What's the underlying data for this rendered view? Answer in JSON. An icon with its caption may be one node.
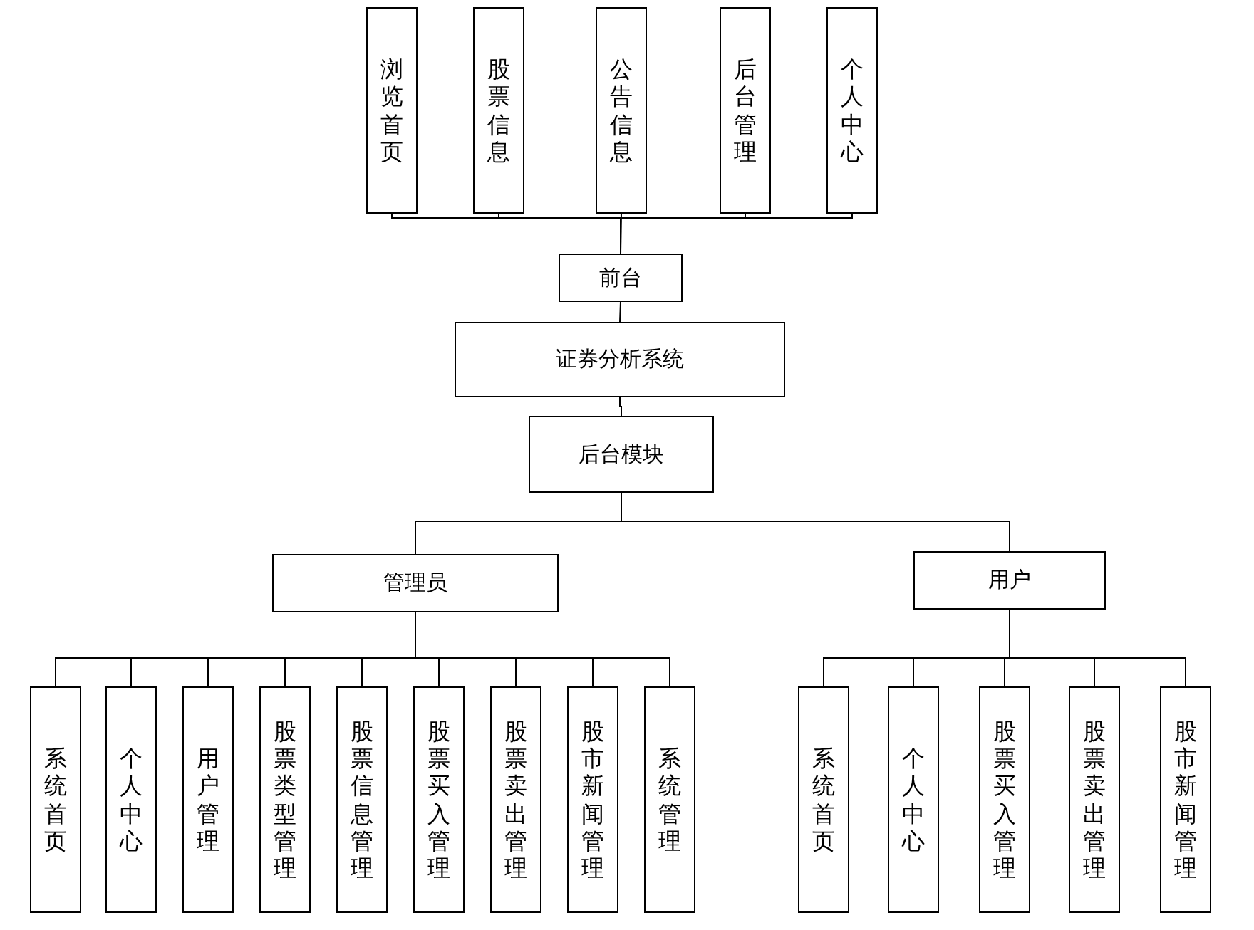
{
  "diagram": {
    "nodes": [
      {
        "text": [
          "浏览首页"
        ]
      },
      {
        "text": [
          "股票信息"
        ]
      },
      {
        "text": [
          "公告信息"
        ]
      },
      {
        "text": [
          "后台管理"
        ]
      },
      {
        "text": [
          "个人中心"
        ]
      },
      {
        "text": [
          "前台"
        ]
      },
      {
        "text": [
          "证券分析系统"
        ]
      },
      {
        "text": [
          "后台模块"
        ]
      },
      {
        "text": [
          "管理员"
        ]
      },
      {
        "text": [
          "用户"
        ]
      },
      {
        "text": [
          "系统首页"
        ]
      },
      {
        "text": [
          "个人中心"
        ]
      },
      {
        "text": [
          "用户管理"
        ]
      },
      {
        "text": [
          "股票类型管理"
        ]
      },
      {
        "text": [
          "股票信息管理"
        ]
      },
      {
        "text": [
          "股票买入管理"
        ]
      },
      {
        "text": [
          "股票卖出管理"
        ]
      },
      {
        "text": [
          "股市新闻管理"
        ]
      },
      {
        "text": [
          "系统管理"
        ]
      },
      {
        "text": [
          "系统首页"
        ]
      },
      {
        "text": [
          "个人中心"
        ]
      },
      {
        "text": [
          "股票买入管理"
        ]
      },
      {
        "text": [
          "股票卖出管理"
        ]
      },
      {
        "text": [
          "股市新闻管理"
        ]
      }
    ],
    "edges": [
      {
        "from": 0,
        "to": 5,
        "arrow": "none"
      },
      {
        "from": 1,
        "to": 5,
        "arrow": "none"
      },
      {
        "from": 2,
        "to": 5,
        "arrow": "none"
      },
      {
        "from": 3,
        "to": 5,
        "arrow": "none"
      },
      {
        "from": 4,
        "to": 5,
        "arrow": "none"
      },
      {
        "from": 5,
        "to": 6,
        "arrow": "none"
      },
      {
        "from": 6,
        "to": 7,
        "arrow": "none"
      },
      {
        "from": 7,
        "to": 8,
        "arrow": "none"
      },
      {
        "from": 7,
        "to": 9,
        "arrow": "none"
      },
      {
        "from": 8,
        "to": 10,
        "arrow": "none"
      },
      {
        "from": 8,
        "to": 11,
        "arrow": "none"
      },
      {
        "from": 8,
        "to": 12,
        "arrow": "none"
      },
      {
        "from": 8,
        "to": 13,
        "arrow": "none"
      },
      {
        "from": 8,
        "to": 14,
        "arrow": "none"
      },
      {
        "from": 8,
        "to": 15,
        "arrow": "none"
      },
      {
        "from": 8,
        "to": 16,
        "arrow": "none"
      },
      {
        "from": 8,
        "to": 17,
        "arrow": "none"
      },
      {
        "from": 8,
        "to": 18,
        "arrow": "none"
      },
      {
        "from": 9,
        "to": 19,
        "arrow": "none"
      },
      {
        "from": 9,
        "to": 20,
        "arrow": "none"
      },
      {
        "from": 9,
        "to": 21,
        "arrow": "none"
      },
      {
        "from": 9,
        "to": 22,
        "arrow": "none"
      },
      {
        "from": 9,
        "to": 23,
        "arrow": "none"
      }
    ]
  }
}
